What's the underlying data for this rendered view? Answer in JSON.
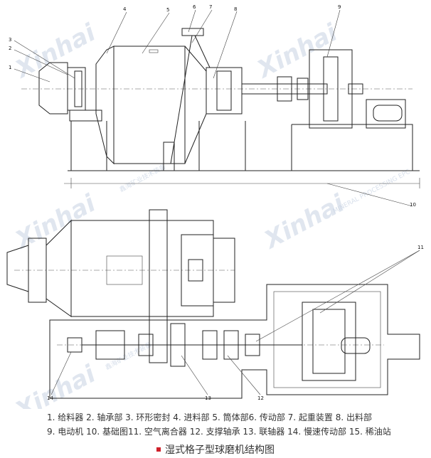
{
  "diagram": {
    "title": "湿式格子型球磨机结构图",
    "legend_lines": [
      "1. 给料器 2. 轴承部 3. 环形密封 4. 进料部 5. 筒体部6. 传动部 7. 起重装置 8. 出料部",
      "9. 电动机 10. 基础图11. 空气离合器 12. 支撑轴承 13. 联轴器 14. 慢速传动部 15. 稀油站"
    ],
    "part_numbers": [
      "1",
      "2",
      "3",
      "4",
      "5",
      "6",
      "7",
      "8",
      "9",
      "10",
      "11",
      "12",
      "13",
      "14"
    ],
    "watermark": {
      "brand": "Xinhai",
      "cn": "鑫海矿业技术装备",
      "en": "MINERAL PROCESSING EPC"
    },
    "accent_color": "#d0202a"
  }
}
